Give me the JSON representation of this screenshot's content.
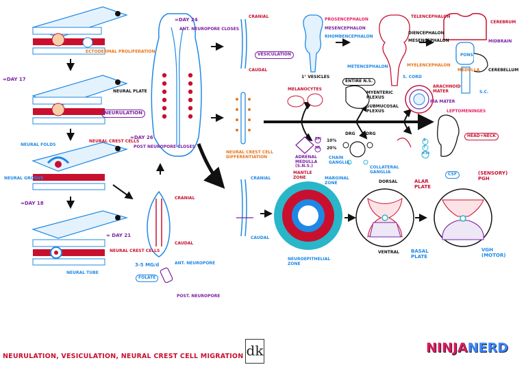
{
  "labels": {
    "ectodermal": "ECTODERMAL PROLIFERATION",
    "day17": "≈DAY 17",
    "neural_plate": "NEURAL PLATE",
    "neurulation": "NEURULATION",
    "neural_folds": "NEURAL FOLDS",
    "ncc_1": "NEURAL CREST CELLS",
    "neural_groove": "NEURAL GROOVE",
    "day18": "≈DAY 18",
    "day21": "≈ DAY 21",
    "ncc_2": "NEURAL CREST CELLS",
    "neural_tube": "NEURAL TUBE",
    "day24": "≈DAY 24",
    "ant_closes": "ANT. NEUROPORE CLOSES",
    "day26": "≈DAY 26",
    "post_closes": "POST NEUROPORE CLOSES",
    "cranial_1": "CRANIAL",
    "caudal_1": "CAUDAL",
    "dose": "3-5 MG/d",
    "folate": "FOLATE",
    "ant_np": "ANT. NEUROPORE",
    "post_np": "POST. NEUROPORE",
    "cranial_2": "CRANIAL",
    "caudal_2": "CAUDAL",
    "vesiculation": "VESICULATION",
    "ncc_diff": "NEURAL CREST CELL DIFFERENTIATION",
    "cranial_3": "CRANIAL",
    "caudal_3": "CAUDAL",
    "prosencephalon": "PROSENCEPHALON",
    "mesencephalon": "MESENCEPHALON",
    "rhombencephalon": "RHOMBENCEPHALON",
    "primary_vesicles": "1° VESICLES",
    "telencephalon": "TELENCEPHALON",
    "diencephalon": "DIENCEPHALON",
    "mesencephalon_2": "MESENCEPHALON",
    "metencephalon": "METENCEPHALON",
    "myelencephalon": "MYELENCEPHALON",
    "s_cord": "S. CORD",
    "cerebrum": "CEREBRUM",
    "midbrain": "MIDBRAIN",
    "pons": "PONS",
    "medulla": "MEDULLA",
    "cerebellum": "CEREBELLUM",
    "sc": "S.C.",
    "melanocytes": "MELANOCYTES",
    "entire_ns": "ENTIRE N.S.",
    "myenteric": "MYENTERIC PLEXUS",
    "submucosal": "SUBMUCOSAL PLEXUS",
    "arachnoid": "ARACHNOID MATER",
    "pia": "PIA MATER",
    "leptomeninges": "LEPTOMENINGES",
    "epi": "EPI",
    "ne": "NE",
    "pct10": "10%",
    "pct20": "20%",
    "adrenal": "ADRENAL MEDULLA (S.N.S.)",
    "drg1": "DRG",
    "drg2": "DRG",
    "chain": "CHAIN GANGLIA",
    "collateral": "COLLATERAL GANGLIA",
    "n5": "5",
    "n7": "7",
    "n910": "9/10",
    "head_neck": "HEAD+NECK",
    "mantle": "MANTLE ZONE",
    "marginal": "MARGINAL ZONE",
    "neuroepithelial": "NEUROEPITHELIAL ZONE",
    "dorsal": "DORSAL",
    "ventral": "VENTRAL",
    "alar": "ALAR PLATE",
    "basal": "BASAL PLATE",
    "csf": "CSF",
    "sensory": "(SENSORY) PGH",
    "vgh": "VGH (MOTOR)"
  },
  "footer": {
    "title": "NEURULATION, VESICULATION, NEURAL CREST CELL MIGRATION",
    "dk": "dk",
    "brand1": "NINJA",
    "brand2": "NERD"
  },
  "colors": {
    "red": "#c8102e",
    "blue": "#1e88e5",
    "cyan": "#29b6c9",
    "purple": "#7b1fa2",
    "orange": "#e8751a"
  }
}
